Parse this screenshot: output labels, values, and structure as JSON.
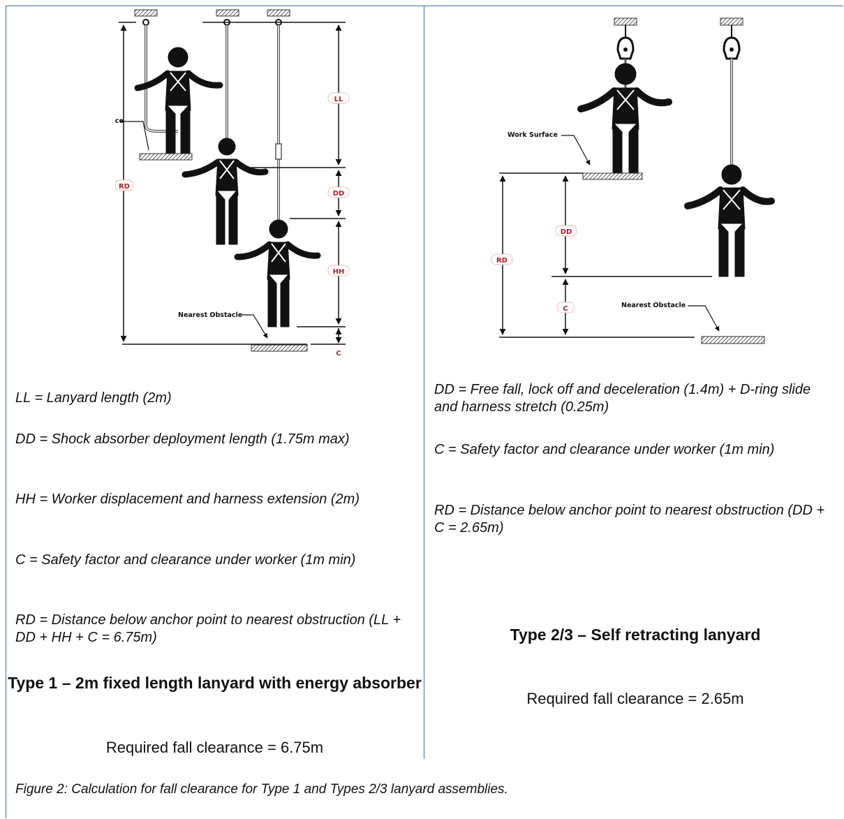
{
  "left": {
    "diagram": {
      "label_ll": "LL",
      "label_dd": "DD",
      "label_hh": "HH",
      "label_rd": "RD",
      "label_c": "C",
      "work_surface": "Work Surface",
      "nearest_obstacle": "Nearest Obstacle"
    },
    "definitions": [
      "LL = Lanyard length (2m)",
      "DD = Shock absorber deployment length (1.75m max)",
      "HH = Worker displacement and harness extension (2m)",
      "C = Safety factor and clearance under worker (1m min)",
      "RD = Distance below anchor point to nearest obstruction (LL + DD + HH + C = 6.75m)"
    ],
    "type_title": "Type 1 – 2m fixed length lanyard with energy absorber",
    "required": "Required fall clearance = 6.75m"
  },
  "right": {
    "diagram": {
      "label_dd": "DD",
      "label_rd": "RD",
      "label_c": "C",
      "work_surface": "Work Surface",
      "nearest_obstacle": "Nearest Obstacle"
    },
    "definitions": [
      "DD = Free fall, lock off and deceleration (1.4m) + D-ring slide and harness stretch (0.25m)",
      "C = Safety factor and clearance under worker (1m min)",
      "RD = Distance below anchor point to nearest obstruction (DD + C = 2.65m)"
    ],
    "type_title": "Type 2/3 – Self retracting lanyard",
    "required": "Required fall clearance = 2.65m"
  },
  "caption": "Figure 2: Calculation for fall clearance for Type 1 and Types 2/3 lanyard assemblies."
}
